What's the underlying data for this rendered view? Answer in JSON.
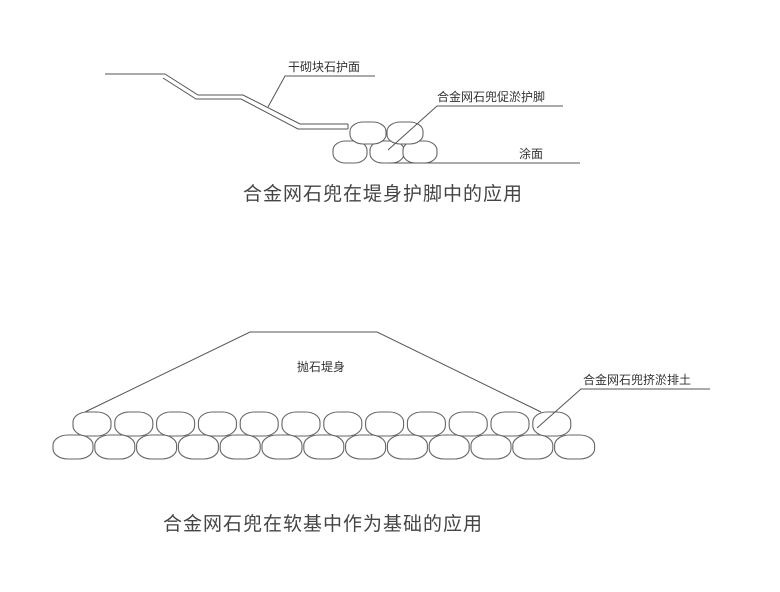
{
  "diagram_top": {
    "label_revetment": "干砌块石护面",
    "label_toe": "合金网石兜促淤护脚",
    "label_mudflat": "涂面",
    "title": "合金网石兜在堤身护脚中的应用"
  },
  "diagram_bottom": {
    "label_embankment": "抛石堤身",
    "label_stones": "合金网石兜挤淤排土",
    "title": "合金网石兜在软基中作为基础的应用"
  },
  "colors": {
    "line": "#555555",
    "background": "#ffffff"
  }
}
